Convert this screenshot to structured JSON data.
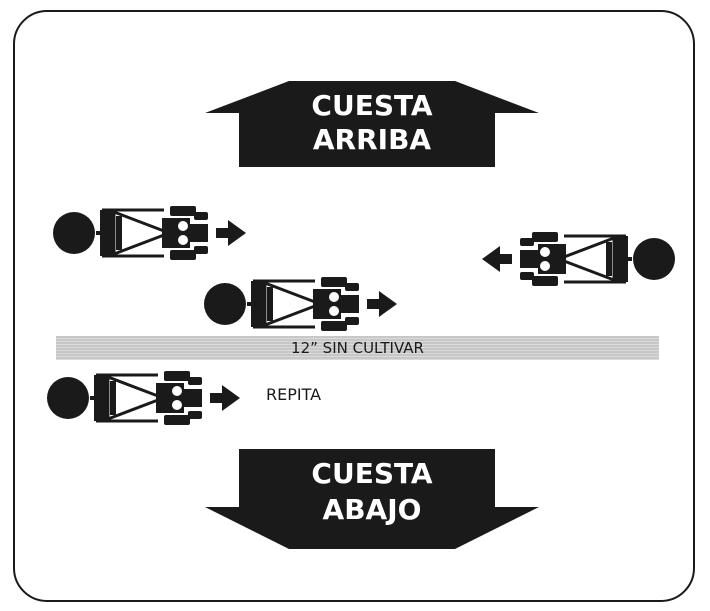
{
  "uphill": {
    "line1": "CUESTA",
    "line2": "ARRIBA"
  },
  "downhill": {
    "line1": "CUESTA",
    "line2": "ABAJO"
  },
  "strip_label": "12” SIN CULTIVAR",
  "repeat_label": "REPITA",
  "colors": {
    "fill": "#1a1a1a",
    "strip": "#c7c7c7",
    "background": "#ffffff"
  },
  "icons": [
    "tractor-right-icon",
    "tractor-left-icon",
    "direction-arrow-icon"
  ]
}
